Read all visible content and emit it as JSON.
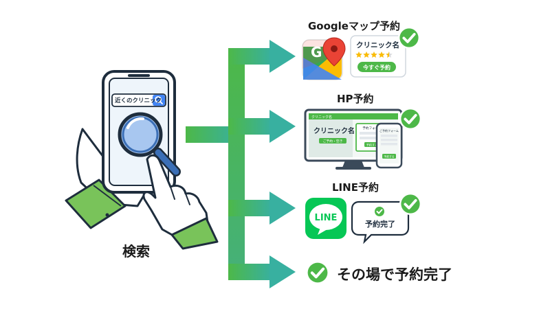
{
  "search": {
    "label": "検索",
    "query": "近くのクリニック",
    "icons": [
      "smartphone-icon",
      "magnifier-icon",
      "pointing-hand-icon",
      "search-icon"
    ]
  },
  "routes": [
    {
      "title": "Googleマップ予約",
      "card_name": "クリニック名",
      "rating_stars": 4.5,
      "button_label": "今すぐ予約",
      "logo_letter": "G",
      "icons": [
        "google-maps-icon",
        "map-pin-icon",
        "checkmark-icon"
      ]
    },
    {
      "title": "HP予約",
      "site_brand": "クリニック名",
      "site_heading": "クリニック名",
      "site_cta": "ご予約・空き",
      "form_title": "予約フォーム",
      "form_submit": "予約する",
      "phone_title": "ご予約フォーム",
      "phone_submit": "予約する",
      "icons": [
        "desktop-monitor-icon",
        "smartphone-icon",
        "checkmark-icon"
      ]
    },
    {
      "title": "LINE予約",
      "logo_text": "LINE",
      "bubble_text": "予約完了",
      "icons": [
        "line-logo-icon",
        "speech-bubble-icon",
        "checkmark-icon"
      ]
    },
    {
      "title": "その場で予約完了",
      "icons": [
        "checkmark-icon"
      ]
    }
  ],
  "colors": {
    "green": "#4db848",
    "green_dark": "#2f8f3a",
    "teal": "#38b0a0",
    "line_green": "#06c755",
    "google_red": "#ea4335",
    "google_yellow": "#fbbc04",
    "google_green": "#34a853",
    "google_blue": "#4285f4",
    "magnifier_blue": "#a8c7f0",
    "phone_outline": "#1e2d3d",
    "sleeve_green": "#79c35a"
  }
}
